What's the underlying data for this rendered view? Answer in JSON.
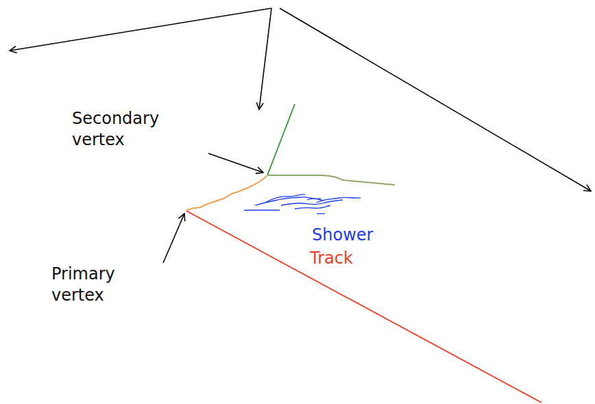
{
  "diagram": {
    "labels": [
      "Secondary vertex",
      "Primary vertex",
      "Shower",
      "Track"
    ]
  }
}
